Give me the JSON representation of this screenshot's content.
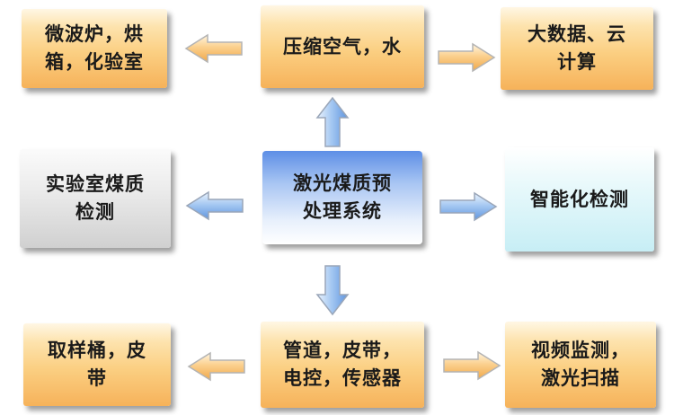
{
  "center": {
    "label": "激光煤质预\n处理系统"
  },
  "top_left": {
    "label": "微波炉，烘\n箱，化验室"
  },
  "top_center": {
    "label": "压缩空气，水"
  },
  "top_right": {
    "label": "大数据、云\n计算"
  },
  "mid_left": {
    "label": "实验室煤质\n检测"
  },
  "mid_right": {
    "label": "智能化检测"
  },
  "bottom_left": {
    "label": "取样桶，皮\n带"
  },
  "bottom_center": {
    "label": "管道，皮带，\n电控，传感器"
  },
  "bottom_right": {
    "label": "视频监测，\n激光扫描"
  },
  "colors": {
    "orange_box": "#f6b25a",
    "gray_box": "#d0d0d0",
    "cyan_box": "#c7eef5",
    "center_box": "#5d8ee6",
    "orange_arrow": "#f5b45c",
    "blue_arrow": "#6aa0e6"
  }
}
